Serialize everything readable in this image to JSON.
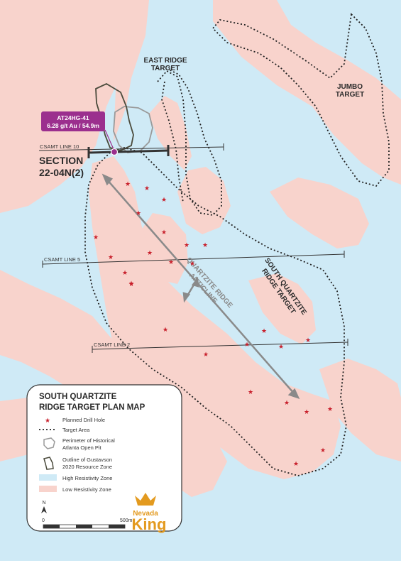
{
  "map": {
    "high_resistivity_color": "#cfeaf6",
    "low_resistivity_color": "#f8d3cc",
    "targets": {
      "east_ridge": [
        "EAST RIDGE",
        "TARGET"
      ],
      "jumbo": [
        "JUMBO",
        "TARGET"
      ],
      "south_quartzite": [
        "SOUTH QUARTZITE",
        "RIDGE TARGET"
      ]
    },
    "anticline": [
      "QUARTZITE RIDGE",
      "ANTICLINE"
    ],
    "section": [
      "SECTION",
      "22-04N(2)"
    ],
    "csamt_lines": {
      "line10": "CSAMT LINE 10",
      "line5": "CSAMT LINE 5",
      "line2": "CSAMT LINE 2"
    },
    "callout": {
      "hole": "AT24HG-41",
      "result": "6.28 g/t Au / 54.9m",
      "color": "#9b2f8e"
    },
    "drill_hole_color": "#c8202c"
  },
  "legend": {
    "title": [
      "SOUTH QUARTZITE",
      "RIDGE TARGET PLAN MAP"
    ],
    "items": [
      {
        "icon": "star-icon",
        "label": [
          "Planned Drill Hole"
        ]
      },
      {
        "icon": "dotted-line-icon",
        "label": [
          "Target Area"
        ]
      },
      {
        "icon": "pit-outline-icon",
        "label": [
          "Perimeter of Historical",
          "Atlanta Open Pit"
        ]
      },
      {
        "icon": "zone-outline-icon",
        "label": [
          "Outline of Gustavson",
          "2020 Resource Zone"
        ]
      },
      {
        "icon": "blue-swatch-icon",
        "label": [
          "High Resistivity Zone"
        ]
      },
      {
        "icon": "pink-swatch-icon",
        "label": [
          "Low Resistivity Zone"
        ]
      }
    ],
    "north": "N",
    "scale": {
      "start": "0",
      "end": "500m"
    }
  },
  "logo": {
    "line1": "Nevada",
    "line2": "King",
    "color": "#e39a1f"
  }
}
